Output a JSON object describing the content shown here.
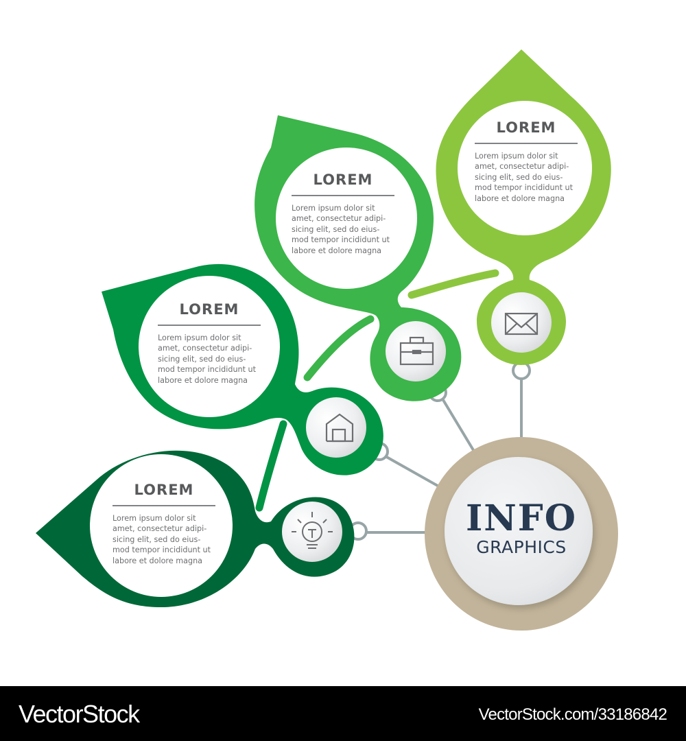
{
  "colors": {
    "leaf_1": "#006838",
    "leaf_2": "#009444",
    "leaf_3": "#3cb54a",
    "leaf_4": "#8cc63f",
    "hub_ring": "#c2b49a",
    "hub_text": "#283a52",
    "connector": "#98a5a6",
    "title_text": "#58595b",
    "body_text": "#6d6e71"
  },
  "hub": {
    "title": "INFO",
    "subtitle": "GRAPHICS"
  },
  "leaves": [
    {
      "id": 1,
      "title": "LOREM",
      "body": "Lorem ipsum dolor sit\namet, consectetur adipi-\nsicing elit, sed do eius-\nmod tempor incididunt ut\nlabore et dolore magna",
      "icon": "lightbulb-icon"
    },
    {
      "id": 2,
      "title": "LOREM",
      "body": "Lorem ipsum dolor sit\namet, consectetur adipi-\nsicing elit, sed do eius-\nmod tempor incididunt ut\nlabore et dolore magna",
      "icon": "house-icon"
    },
    {
      "id": 3,
      "title": "LOREM",
      "body": "Lorem ipsum dolor sit\namet, consectetur adipi-\nsicing elit, sed do eius-\nmod tempor incididunt ut\nlabore et dolore magna",
      "icon": "briefcase-icon"
    },
    {
      "id": 4,
      "title": "LOREM",
      "body": "Lorem ipsum dolor sit\namet, consectetur adipi-\nsicing elit, sed do eius-\nmod tempor incididunt ut\nlabore et dolore magna",
      "icon": "envelope-icon"
    }
  ],
  "footer": {
    "brand": "VectorStock",
    "url": "VectorStock.com/33186842"
  }
}
